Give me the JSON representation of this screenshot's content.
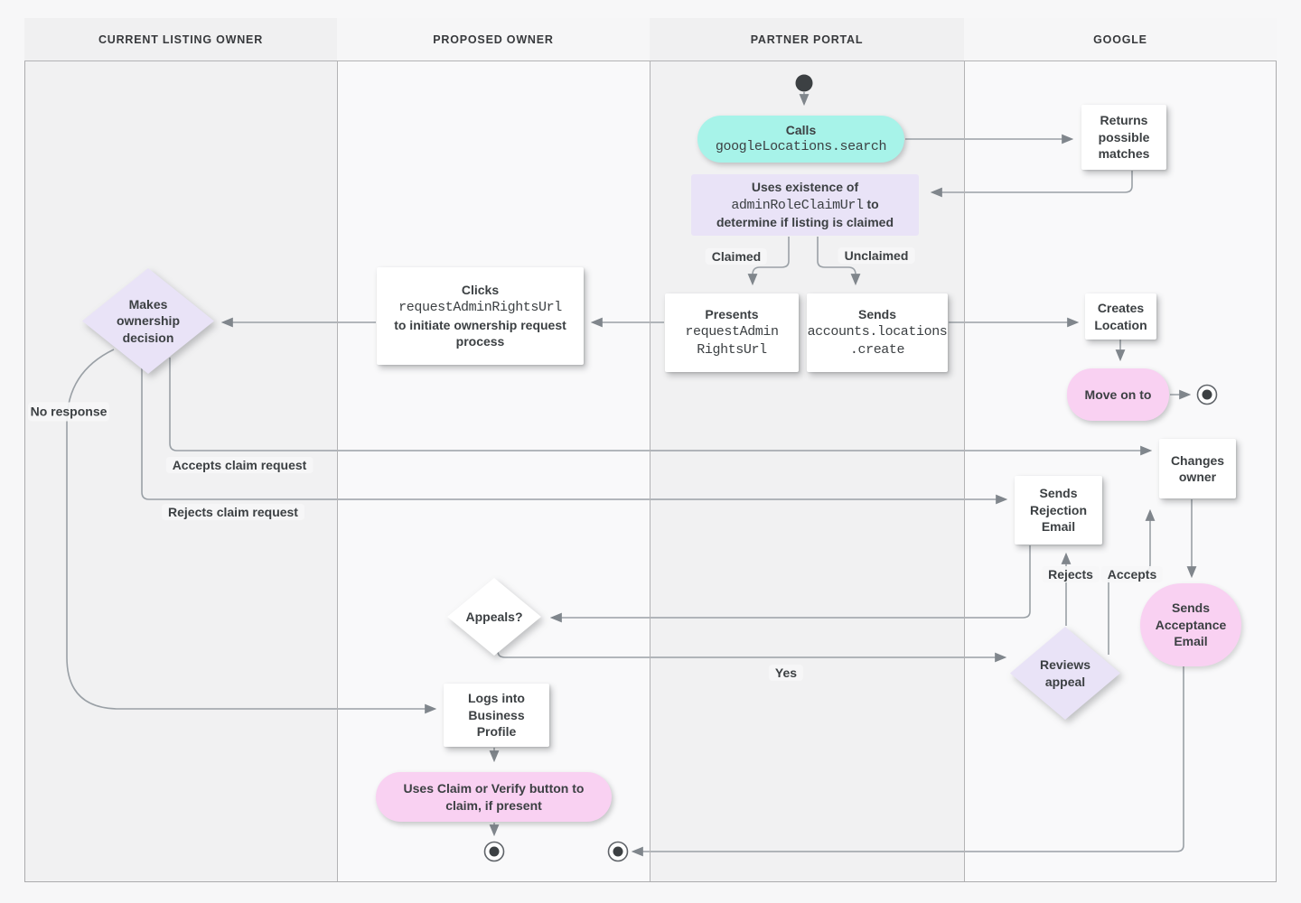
{
  "lanes": [
    {
      "label": "CURRENT LISTING OWNER"
    },
    {
      "label": "PROPOSED OWNER"
    },
    {
      "label": "PARTNER PORTAL"
    },
    {
      "label": "GOOGLE"
    }
  ],
  "nodes": {
    "calls": {
      "bold": "Calls",
      "mono": "googleLocations.search"
    },
    "returns_matches": {
      "text": "Returns possible matches"
    },
    "uses_existence": {
      "bold1": "Uses existence of",
      "mono": "adminRoleClaimUrl",
      "bold2": "to determine if listing is claimed"
    },
    "presents": {
      "bold": "Presents",
      "mono1": "requestAdmin",
      "mono2": "RightsUrl"
    },
    "sends_create": {
      "bold": "Sends",
      "mono1": "accounts.locations",
      "mono2": ".create"
    },
    "creates_location": {
      "text": "Creates Location"
    },
    "move_on": {
      "text": "Move on to"
    },
    "clicks": {
      "bold1": "Clicks",
      "mono": "requestAdminRightsUrl",
      "bold2": "to initiate ownership request process"
    },
    "makes_decision": {
      "text": "Makes ownership decision"
    },
    "sends_rejection": {
      "text": "Sends Rejection Email"
    },
    "changes_owner": {
      "text": "Changes owner"
    },
    "sends_acceptance": {
      "text": "Sends Acceptance Email"
    },
    "appeals": {
      "text": "Appeals?"
    },
    "reviews_appeal": {
      "text": "Reviews appeal"
    },
    "logs_into": {
      "text": "Logs into Business Profile"
    },
    "uses_claim": {
      "text": "Uses Claim or Verify button to claim, if present"
    }
  },
  "edge_labels": {
    "claimed": "Claimed",
    "unclaimed": "Unclaimed",
    "no_response": "No response",
    "accepts_claim": "Accepts claim request",
    "rejects_claim": "Rejects claim request",
    "rejects": "Rejects",
    "accepts": "Accepts",
    "yes": "Yes"
  },
  "colors": {
    "teal": "#a7f3e9",
    "lavender": "#e9e3f7",
    "pink": "#f9d1f2",
    "line": "#9aa0a6",
    "text": "#3c4043"
  }
}
